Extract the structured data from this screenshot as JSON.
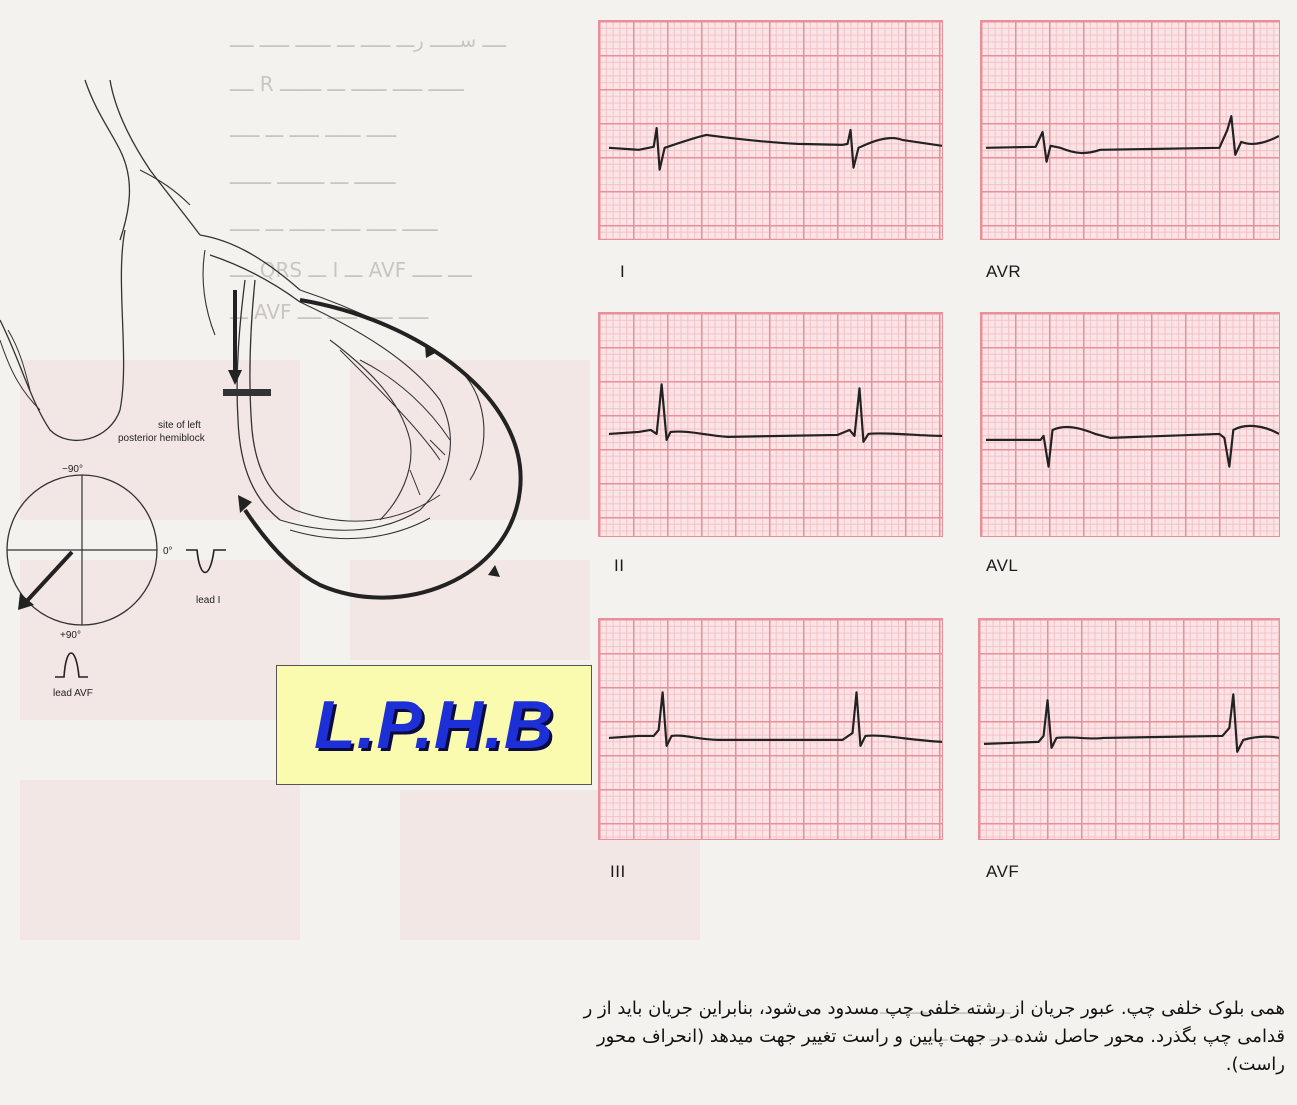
{
  "diagram": {
    "site_label_line1": "site of left",
    "site_label_line2": "posterior hemiblock",
    "axis_top": "−90°",
    "axis_right": "0°",
    "axis_bottom": "+90°",
    "lead1_label": "lead I",
    "leadavf_label": "lead AVF"
  },
  "badge": {
    "text": "L.P.H.B",
    "text_color": "#1d2fd6",
    "background": "#fbfbb0"
  },
  "ecg": {
    "grid_color": "#e88f99",
    "leads": [
      {
        "id": "I",
        "label": "I"
      },
      {
        "id": "AVR",
        "label": "AVR"
      },
      {
        "id": "II",
        "label": "II"
      },
      {
        "id": "AVL",
        "label": "AVL"
      },
      {
        "id": "III",
        "label": "III"
      },
      {
        "id": "AVF",
        "label": "AVF"
      }
    ]
  },
  "caption": {
    "line1": "همی بلوک خلفی چپ. عبور جریان از رشته خلفی چپ مسدود می‌شود، بنابراین جریان باید از ر",
    "line2": "قدامی چپ بگذرد. محور حاصل شده در جهت پایین و راست تغییر جهت میدهد (انحراف محور",
    "line3": "راست)."
  }
}
